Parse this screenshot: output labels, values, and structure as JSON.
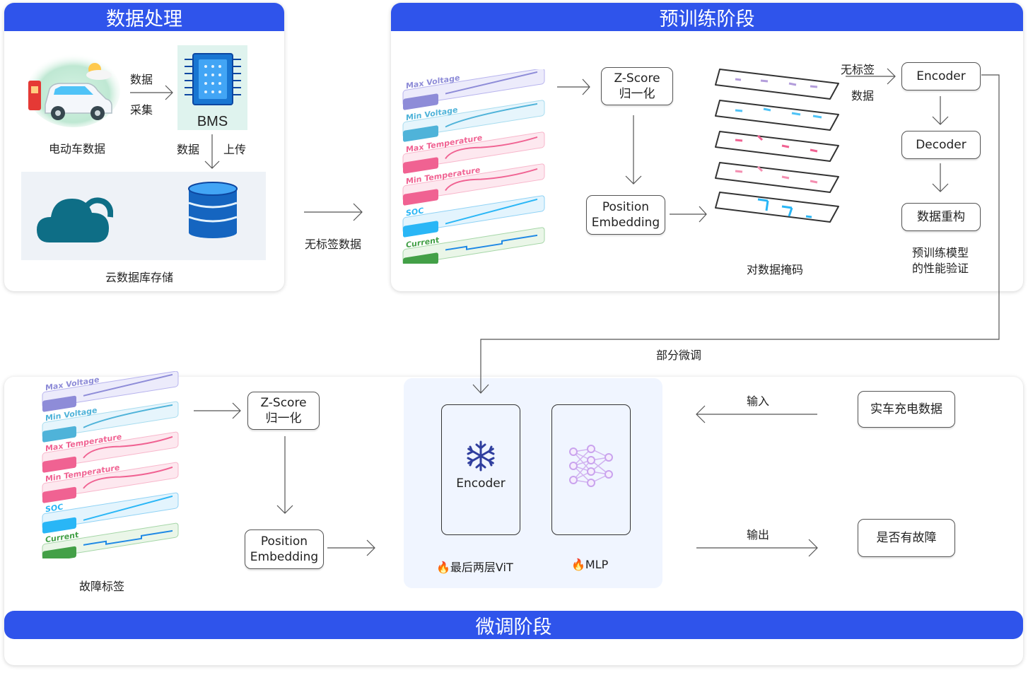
{
  "panels": {
    "data_processing": {
      "title": "数据处理",
      "ev_label": "电动车数据",
      "collect_label_1": "数据",
      "collect_label_2": "采集",
      "bms_label": "BMS",
      "upload_label_1": "数据",
      "upload_label_2": "上传",
      "storage_label": "云数据库存储"
    },
    "pretrain": {
      "title": "预训练阶段",
      "zscore_line1": "Z-Score",
      "zscore_line2": "归一化",
      "posemb_line1": "Position",
      "posemb_line2": "Embedding",
      "mask_label": "对数据掩码",
      "unlabeled_line1": "无标签",
      "unlabeled_line2": "数据",
      "encoder": "Encoder",
      "decoder": "Decoder",
      "reconstruct": "数据重构",
      "validate_line1": "预训练模型",
      "validate_line2": "的性能验证"
    },
    "finetune": {
      "title": "微调阶段",
      "zscore_line1": "Z-Score",
      "zscore_line2": "归一化",
      "posemb_line1": "Position",
      "posemb_line2": "Embedding",
      "fault_label": "故障标签",
      "encoder": "Encoder",
      "last_layers": "最后两层ViT",
      "mlp": "MLP",
      "input_label": "输入",
      "output_label": "输出",
      "real_data": "实车充电数据",
      "is_fault": "是否有故障"
    }
  },
  "connector_labels": {
    "unlabeled_data": "无标签数据",
    "partial_finetune": "部分微调"
  },
  "sensor_labels": [
    "Max Voltage",
    "Min Voltage",
    "Max Temperature",
    "Min Temperature",
    "SOC",
    "Current"
  ],
  "icons": [
    "ev-car-icon",
    "bms-chip-icon",
    "cloud-icon",
    "database-icon",
    "snowflake-icon",
    "neural-net-icon",
    "flame-icon"
  ],
  "colors": {
    "header": "#2f54eb",
    "voltage": "#8e8cd8",
    "voltage_min": "#4fb3d9",
    "temperature": "#f06292",
    "soc": "#29b6f6",
    "current": "#43a047",
    "cloud": "#0e6e86",
    "flame": "#e53935"
  }
}
